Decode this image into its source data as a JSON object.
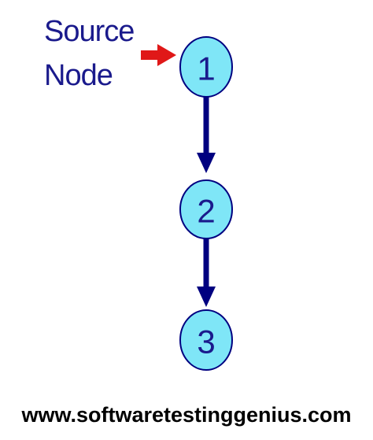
{
  "diagram": {
    "source_label": {
      "line1": "Source",
      "line2": "Node"
    },
    "nodes": [
      {
        "id": "1",
        "label": "1"
      },
      {
        "id": "2",
        "label": "2"
      },
      {
        "id": "3",
        "label": "3"
      }
    ],
    "edges": [
      {
        "from": "1",
        "to": "2"
      },
      {
        "from": "2",
        "to": "3"
      }
    ],
    "footer": "www.softwaretestinggenius.com"
  },
  "colors": {
    "node_fill": "#7fe6f7",
    "node_stroke": "#000080",
    "edge": "#000080",
    "label_text": "#1a1a8c",
    "source_arrow": "#e01818",
    "footer_text": "#000000"
  }
}
